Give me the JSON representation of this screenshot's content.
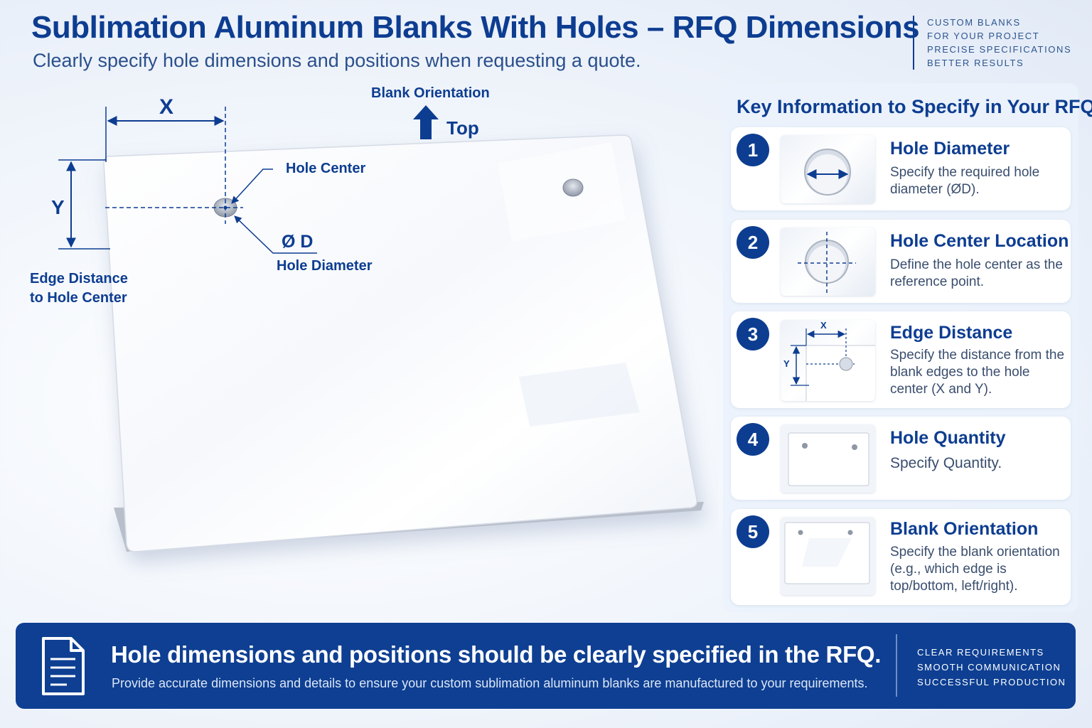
{
  "header": {
    "title": "Sublimation Aluminum Blanks With Holes – RFQ Dimensions",
    "subtitle": "Clearly specify hole dimensions and positions when requesting a quote.",
    "tagline": [
      "CUSTOM BLANKS",
      "FOR YOUR PROJECT",
      "PRECISE SPECIFICATIONS",
      "BETTER RESULTS"
    ]
  },
  "diagram": {
    "x_label": "X",
    "y_label": "Y",
    "orientation_label": "Blank Orientation",
    "top_label": "Top",
    "hole_center_label": "Hole Center",
    "diameter_symbol": "Ø D",
    "hole_diameter_label": "Hole Diameter",
    "edge_distance_line1": "Edge Distance",
    "edge_distance_line2": "to Hole Center"
  },
  "panel": {
    "title": "Key Information to Specify in Your RFQ",
    "items": [
      {
        "number": "1",
        "title": "Hole Diameter",
        "description": "Specify the required hole diameter (ØD).",
        "thumb_icon": "hole-diameter-icon"
      },
      {
        "number": "2",
        "title": "Hole Center Location",
        "description": "Define the hole center as the reference point.",
        "thumb_icon": "hole-center-icon"
      },
      {
        "number": "3",
        "title": "Edge Distance",
        "description": "Specify the distance from the blank edges to the hole center (X and Y).",
        "thumb_icon": "edge-distance-icon",
        "thumb_x": "X",
        "thumb_y": "Y"
      },
      {
        "number": "4",
        "title": "Hole Quantity",
        "description": "Specify Quantity.",
        "thumb_icon": "hole-quantity-icon"
      },
      {
        "number": "5",
        "title": "Blank Orientation",
        "description": "Specify the blank orientation (e.g., which edge is top/bottom, left/right).",
        "thumb_icon": "blank-orientation-icon"
      }
    ]
  },
  "banner": {
    "icon": "document-icon",
    "heading": "Hole dimensions and positions should be clearly specified in the RFQ.",
    "text": "Provide accurate dimensions and details to ensure your custom sublimation aluminum blanks are manufactured to your requirements.",
    "list": [
      "CLEAR REQUIREMENTS",
      "SMOOTH COMMUNICATION",
      "SUCCESSFUL PRODUCTION"
    ]
  },
  "colors": {
    "brand_blue": "#0d3d91",
    "banner_blue": "#0e3f92",
    "text_gray": "#3a4e6e"
  }
}
